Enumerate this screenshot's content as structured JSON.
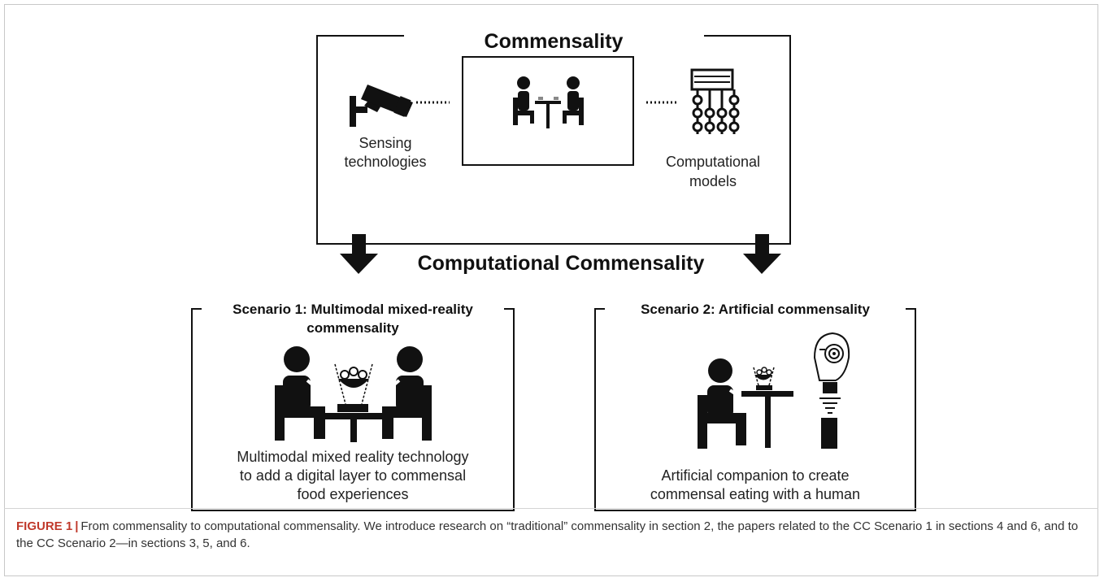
{
  "figure": {
    "commensality_title": "Commensality",
    "sensing_label_line1": "Sensing",
    "sensing_label_line2": "technologies",
    "computational_label_line1": "Computational",
    "computational_label_line2": "models",
    "cc_title": "Computational Commensality",
    "scenario1": {
      "title_line1": "Scenario 1: Multimodal mixed-reality",
      "title_line2": "commensality",
      "desc_line1": "Multimodal mixed reality technology",
      "desc_line2": "to add a digital layer to commensal",
      "desc_line3": "food experiences"
    },
    "scenario2": {
      "title": "Scenario 2: Artificial commensality",
      "desc_line1": "Artificial companion to create",
      "desc_line2": "commensal eating with a human"
    }
  },
  "caption": {
    "label": "FIGURE 1",
    "separator": "|",
    "text": "From commensality to computational commensality. We introduce research on “traditional” commensality in section 2, the papers related to the CC Scenario 1 in sections 4 and 6, and to the CC Scenario 2—in sections 3, 5, and 6."
  },
  "colors": {
    "ink": "#111111",
    "caption_label": "#c0392b",
    "caption_text": "#333333"
  },
  "icons": [
    "security-camera-icon",
    "dining-people-icon",
    "neural-network-icon",
    "down-arrow-icon",
    "hologram-food-icon",
    "robot-head-icon"
  ]
}
